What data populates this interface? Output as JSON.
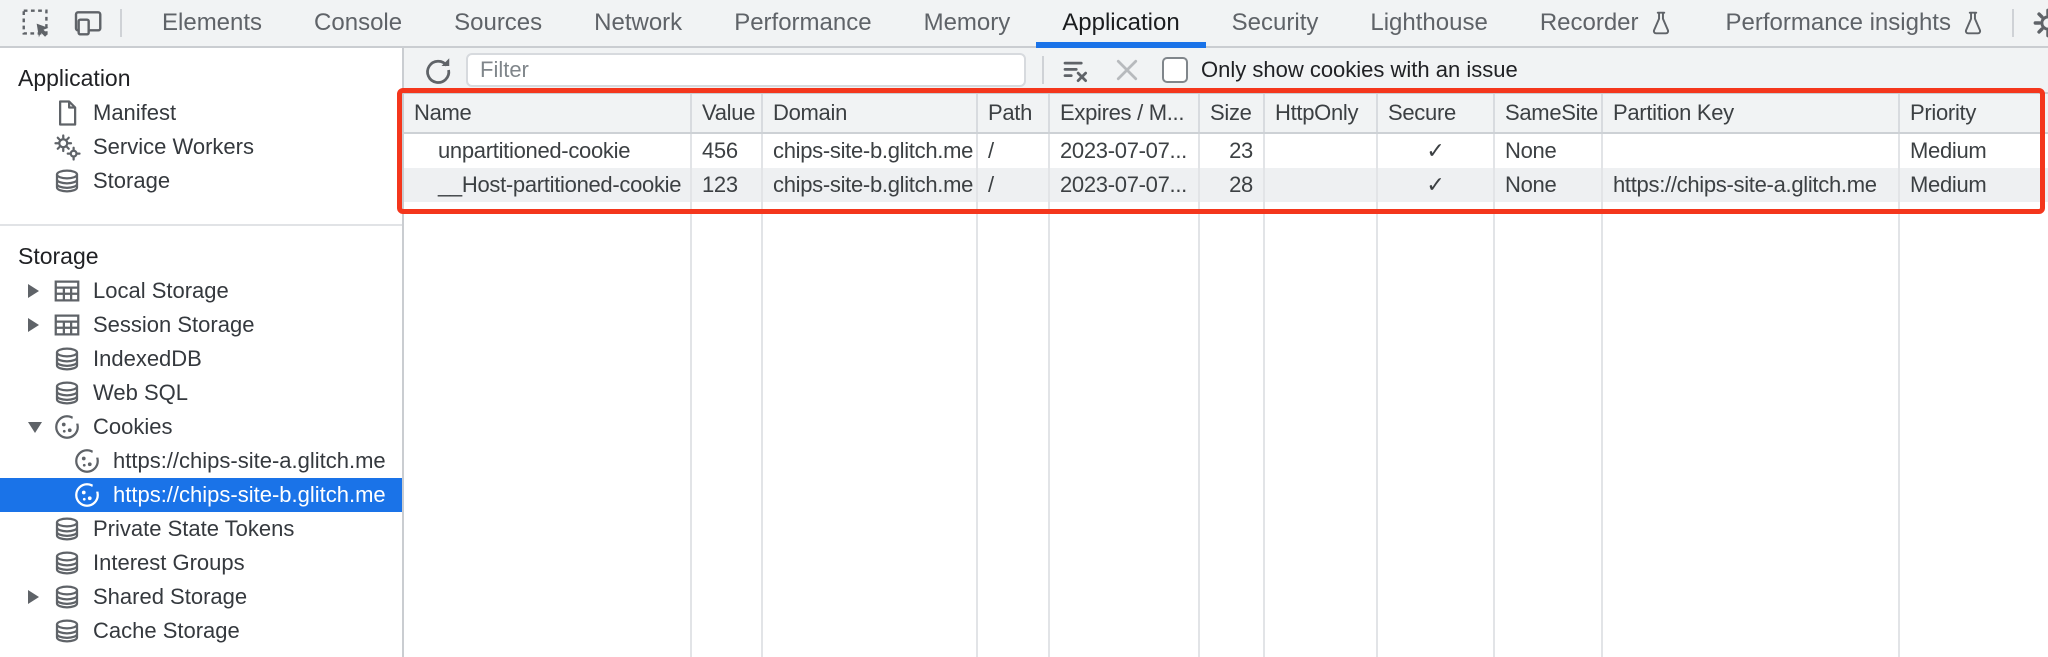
{
  "tab_bar": {
    "active": "Application",
    "tabs": [
      {
        "label": "Elements"
      },
      {
        "label": "Console"
      },
      {
        "label": "Sources"
      },
      {
        "label": "Network"
      },
      {
        "label": "Performance"
      },
      {
        "label": "Memory"
      },
      {
        "label": "Application"
      },
      {
        "label": "Security"
      },
      {
        "label": "Lighthouse"
      },
      {
        "label": "Recorder",
        "experiment_icon": "flask-icon"
      },
      {
        "label": "Performance insights",
        "experiment_icon": "flask-icon"
      }
    ]
  },
  "sidebar": {
    "sections": [
      {
        "title": "Application",
        "items": [
          {
            "label": "Manifest",
            "icon": "document-icon"
          },
          {
            "label": "Service Workers",
            "icon": "service-workers-icon"
          },
          {
            "label": "Storage",
            "icon": "database-icon"
          }
        ]
      },
      {
        "title": "Storage",
        "items": [
          {
            "label": "Local Storage",
            "icon": "table-icon",
            "expander": "collapsed"
          },
          {
            "label": "Session Storage",
            "icon": "table-icon",
            "expander": "collapsed"
          },
          {
            "label": "IndexedDB",
            "icon": "database-icon"
          },
          {
            "label": "Web SQL",
            "icon": "database-icon"
          },
          {
            "label": "Cookies",
            "icon": "cookie-icon",
            "expander": "expanded"
          },
          {
            "label": "https://chips-site-a.glitch.me",
            "icon": "cookie-icon",
            "child": true
          },
          {
            "label": "https://chips-site-b.glitch.me",
            "icon": "cookie-icon",
            "child": true,
            "selected": true
          },
          {
            "label": "Private State Tokens",
            "icon": "database-icon"
          },
          {
            "label": "Interest Groups",
            "icon": "database-icon"
          },
          {
            "label": "Shared Storage",
            "icon": "database-icon",
            "expander": "collapsed"
          },
          {
            "label": "Cache Storage",
            "icon": "database-icon"
          }
        ]
      }
    ]
  },
  "cookies_toolbar": {
    "filter_placeholder": "Filter",
    "only_issue_label": "Only show cookies with an issue",
    "checkbox_checked": false
  },
  "cookie_table": {
    "columns": [
      {
        "label": "Name"
      },
      {
        "label": "Value"
      },
      {
        "label": "Domain"
      },
      {
        "label": "Path"
      },
      {
        "label": "Expires / M..."
      },
      {
        "label": "Size"
      },
      {
        "label": "HttpOnly"
      },
      {
        "label": "Secure"
      },
      {
        "label": "SameSite"
      },
      {
        "label": "Partition Key"
      },
      {
        "label": "Priority"
      }
    ],
    "rows": [
      {
        "name": "unpartitioned-cookie",
        "value": "456",
        "domain": "chips-site-b.glitch.me",
        "path": "/",
        "expires": "2023-07-07...",
        "size": "23",
        "http_only": "",
        "secure": "✓",
        "same_site": "None",
        "partition_key": "",
        "priority": "Medium"
      },
      {
        "name": "__Host-partitioned-cookie",
        "value": "123",
        "domain": "chips-site-b.glitch.me",
        "path": "/",
        "expires": "2023-07-07...",
        "size": "28",
        "http_only": "",
        "secure": "✓",
        "same_site": "None",
        "partition_key": "https://chips-site-a.glitch.me",
        "priority": "Medium"
      }
    ]
  },
  "colors": {
    "accent_blue": "#1a73e8",
    "selection_blue": "#1a73e8",
    "highlight_red": "#f4361c",
    "toolbar_bg": "#f1f3f4"
  }
}
